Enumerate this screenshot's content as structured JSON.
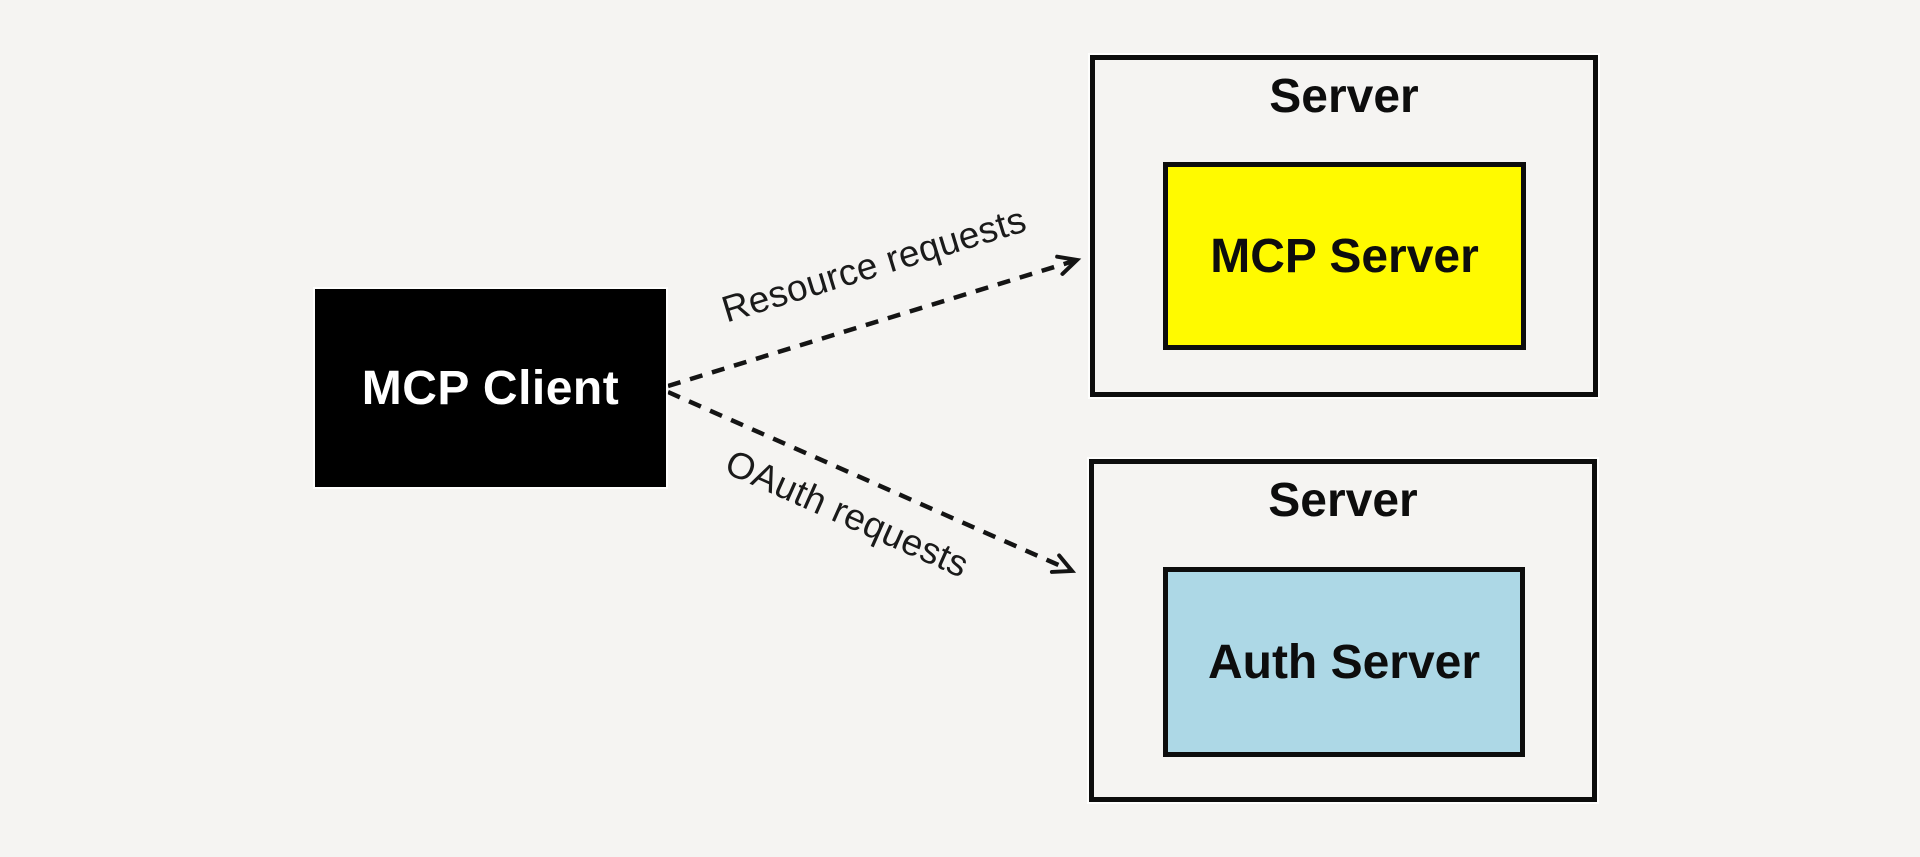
{
  "client": {
    "label": "MCP Client"
  },
  "servers": [
    {
      "container_label": "Server",
      "inner_label": "MCP Server",
      "inner_fill": "#fffa00"
    },
    {
      "container_label": "Server",
      "inner_label": "Auth Server",
      "inner_fill": "#add8e6"
    }
  ],
  "arrows": [
    {
      "label": "Resource requests",
      "from": "MCP Client",
      "to": "Server / MCP Server",
      "style": "dashed"
    },
    {
      "label": "OAuth requests",
      "from": "MCP Client",
      "to": "Server / Auth Server",
      "style": "dashed"
    }
  ],
  "colors": {
    "background": "#f5f4f2",
    "client_fill": "#000000",
    "client_text": "#ffffff",
    "stroke": "#0d0d0d",
    "mcp_server_fill": "#fffa00",
    "auth_server_fill": "#add8e6"
  }
}
